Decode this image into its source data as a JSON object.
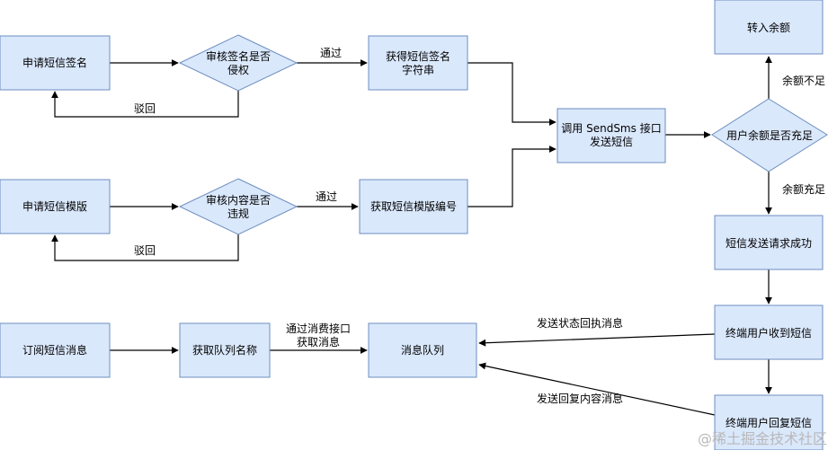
{
  "nodes": {
    "apply_signature": "申请短信签名",
    "review_signature": [
      "审核签名是否",
      "侵权"
    ],
    "get_signature_string": [
      "获得短信签名",
      "字符串"
    ],
    "apply_template": "申请短信模版",
    "review_template": [
      "审核内容是否",
      "违规"
    ],
    "get_template_id": "获取短信模版编号",
    "call_sendsms": [
      "调用 SendSms 接口",
      "发送短信"
    ],
    "check_balance": "用户余额是否充足",
    "recharge": "转入余额",
    "send_success": "短信发送请求成功",
    "user_receive": "终端用户收到短信",
    "user_reply": "终端用户回复短信",
    "subscribe": "订阅短信消息",
    "get_queue_name": "获取队列名称",
    "message_queue": "消息队列"
  },
  "edges": {
    "pass": "通过",
    "reject": "驳回",
    "insufficient": "余额不足",
    "sufficient": "余额充足",
    "consume_api": [
      "通过消费接口",
      "获取消息"
    ],
    "send_receipt": "发送状态回执消息",
    "send_reply": "发送回复内容消息"
  },
  "watermark": "@稀土掘金技术社区",
  "colors": {
    "node_fill": "#dae8fc",
    "node_stroke": "#6c8ebf",
    "line": "#000000"
  }
}
